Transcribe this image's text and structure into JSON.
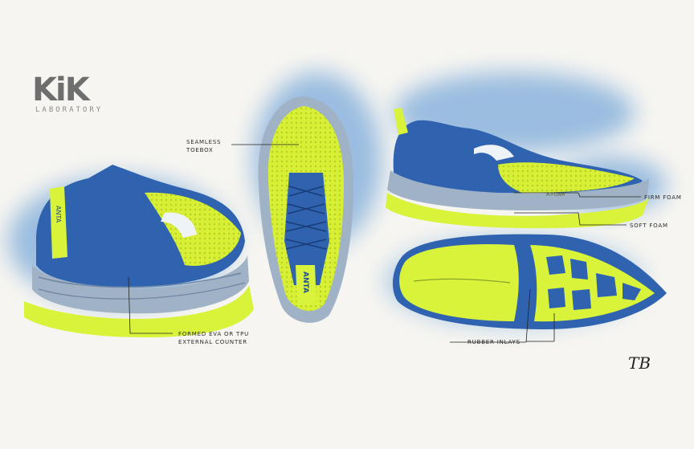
{
  "logo": {
    "mark": "KiK",
    "subtitle": "LABORATORY"
  },
  "callouts": {
    "seamless": [
      "SEAMLESS",
      "TOEBOX"
    ],
    "firm_foam": "FIRM FOAM",
    "soft_foam": "SOFT FOAM",
    "counter": [
      "FORMED EVA OR TPU",
      "EXTERNAL COUNTER"
    ],
    "rubber": "RUBBER INLAYS"
  },
  "shoe_text": {
    "tongue": "ANTA",
    "heel_tab": "ANTA",
    "midsole": "A-FOAM"
  },
  "signature": "TB",
  "colors": {
    "blue": "#2f63b0",
    "blue_dark": "#1e4f96",
    "lime": "#d9f23a",
    "grey_sole": "#9fb2c6",
    "wash": "#5b9bd8"
  }
}
